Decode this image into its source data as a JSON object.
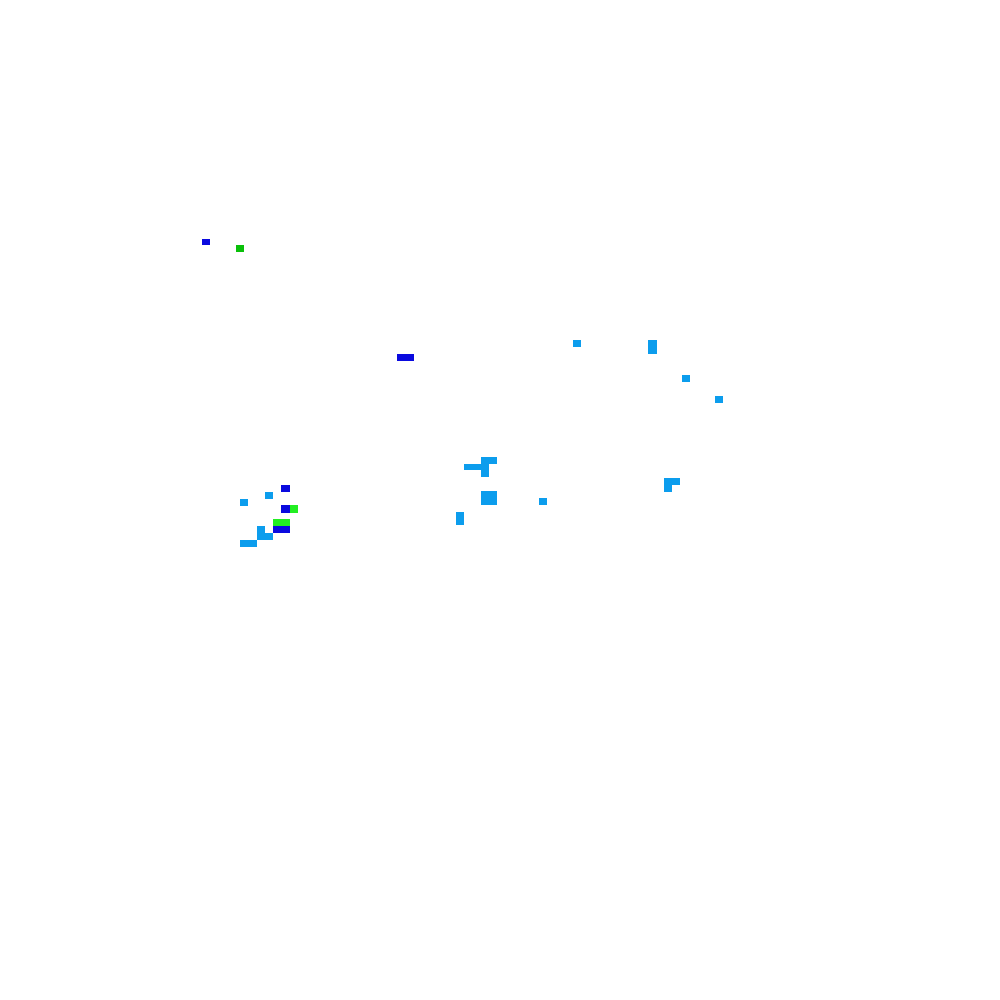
{
  "colors": {
    "background": "#ffffff",
    "light_blue": "#0c9ded",
    "dark_blue": "#0a0adf",
    "green": "#09c009",
    "bright_green": "#22ee22"
  },
  "patches": [
    {
      "id": "p1",
      "color": "dark_blue"
    },
    {
      "id": "p2",
      "color": "green"
    },
    {
      "id": "p3",
      "color": "dark_blue"
    },
    {
      "id": "p4",
      "color": "light_blue"
    },
    {
      "id": "p5",
      "color": "light_blue"
    },
    {
      "id": "p6",
      "color": "light_blue"
    },
    {
      "id": "p7",
      "color": "light_blue"
    },
    {
      "id": "p8",
      "color": "light_blue"
    },
    {
      "id": "p9",
      "color": "light_blue"
    },
    {
      "id": "p10",
      "color": "light_blue"
    },
    {
      "id": "p11",
      "color": "light_blue"
    },
    {
      "id": "p12",
      "color": "light_blue"
    },
    {
      "id": "p13",
      "color": "light_blue"
    },
    {
      "id": "p14",
      "color": "light_blue"
    },
    {
      "id": "p15",
      "color": "light_blue"
    },
    {
      "id": "p16",
      "color": "dark_blue"
    },
    {
      "id": "p17",
      "color": "light_blue"
    },
    {
      "id": "p18",
      "color": "light_blue"
    },
    {
      "id": "p19",
      "color": "dark_blue"
    },
    {
      "id": "p20",
      "color": "bright_green"
    },
    {
      "id": "p21",
      "color": "bright_green"
    },
    {
      "id": "p22",
      "color": "dark_blue"
    },
    {
      "id": "p23",
      "color": "light_blue"
    },
    {
      "id": "p24",
      "color": "light_blue"
    },
    {
      "id": "p25",
      "color": "light_blue"
    },
    {
      "id": "p26",
      "color": "light_blue"
    }
  ]
}
